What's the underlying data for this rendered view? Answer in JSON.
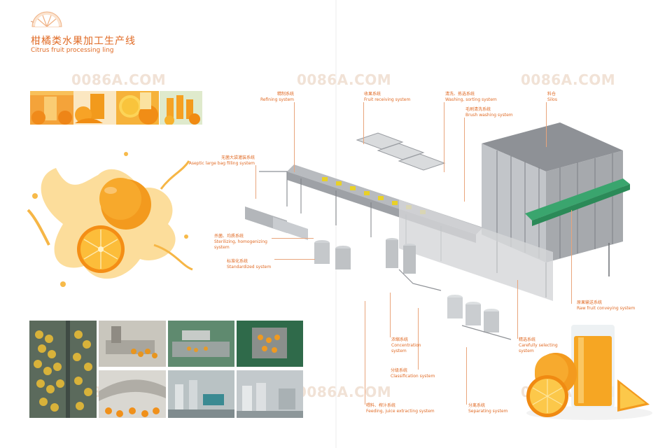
{
  "title": {
    "cn": "柑橘类水果加工生产线",
    "en": "Citrus fruit processing ling"
  },
  "watermark": "0086A.COM",
  "labels": {
    "refining": {
      "cn": "精制系统",
      "en": "Refining system"
    },
    "receiving": {
      "cn": "收果系统",
      "en": "Fruit receiving system"
    },
    "washing": {
      "cn": "清洗、拣选系统",
      "en": "Washing, sorting system"
    },
    "brush": {
      "cn": "毛刷清洗系统",
      "en": "Brush washing system"
    },
    "silos": {
      "cn": "料仓",
      "en": "Silos"
    },
    "aseptic": {
      "cn": "无菌大袋灌装系统",
      "en": "Aseptic large bag filling system"
    },
    "sterilizing": {
      "cn": "杀菌、均质系统",
      "en": "Sterilizing, homogenizing",
      "en2": "system"
    },
    "standardized": {
      "cn": "标准化系统",
      "en": "Standardized system"
    },
    "conveying": {
      "cn": "原果输送系统",
      "en": "Raw fruit conveying system"
    },
    "concentration": {
      "cn": "浓缩系统",
      "en": "Concentration",
      "en2": "system"
    },
    "selecting": {
      "cn": "精选系统",
      "en": "Carefully selecting",
      "en2": "system"
    },
    "classification": {
      "cn": "分级系统",
      "en": "Classification system"
    },
    "feeding": {
      "cn": "喂料、榨汁系统",
      "en": "Feeding, juice extracting system"
    },
    "separating": {
      "cn": "分离系统",
      "en": "Separating system"
    }
  },
  "colors": {
    "accent": "#e06a24",
    "orange": "#f39a1e",
    "juice": "#f6a623",
    "steel": "#b9bcc0",
    "dark": "#6b6e72"
  }
}
